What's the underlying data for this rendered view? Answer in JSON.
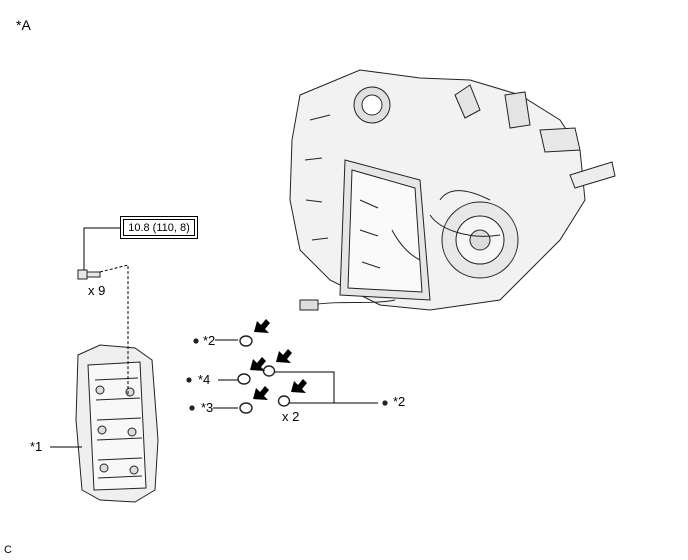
{
  "view_label": "*A",
  "torque_spec": "10.8 (110, 8)",
  "bolt_qty": "x 9",
  "callouts": {
    "part1": "*1",
    "part2_left": "*2",
    "part4": "*4",
    "part3": "*3",
    "part2_right": "*2",
    "qty2": "x 2"
  },
  "figure_code": "C",
  "icons": [
    "transaxle-assembly",
    "valve-body",
    "bolt",
    "o-ring",
    "new-part-arrow",
    "no-reuse-dot"
  ]
}
